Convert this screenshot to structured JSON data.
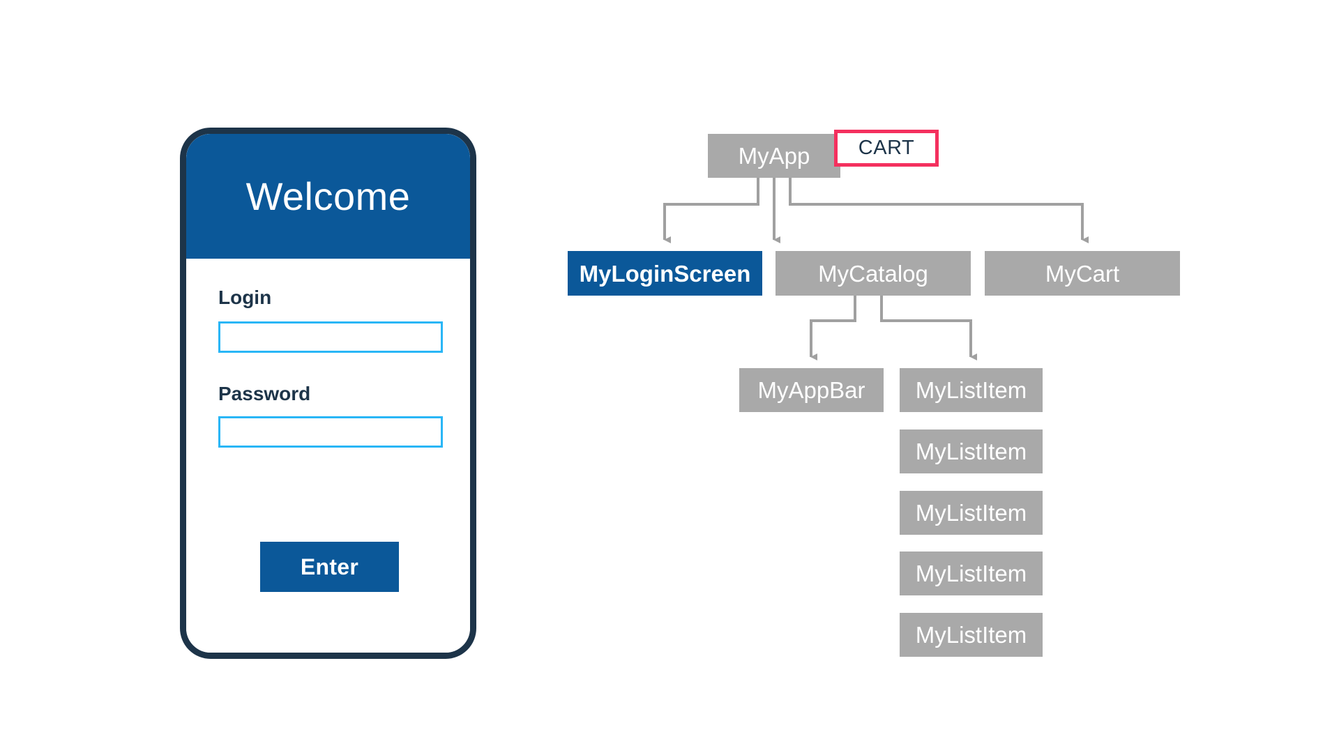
{
  "background_color": "#ffffff",
  "phone": {
    "frame_color": "#1d3449",
    "header": {
      "background": "#0b5899",
      "title": "Welcome"
    },
    "fields": [
      {
        "label": "Login",
        "value": "",
        "placeholder": ""
      },
      {
        "label": "Password",
        "value": "",
        "placeholder": ""
      }
    ],
    "input_border_color": "#29b6f6",
    "label_color": "#1d3449",
    "button": {
      "label": "Enter",
      "background": "#0b5899",
      "text_color": "#ffffff"
    }
  },
  "diagram": {
    "type": "widget-tree",
    "node_color": "#a9a9a9",
    "selected_color": "#0b5899",
    "connector_color": "#a0a0a0",
    "badge": {
      "label": "CART",
      "border_color": "#f4305e",
      "text_color": "#1d3449",
      "background": "#ffffff"
    },
    "nodes": {
      "root": "MyApp",
      "login": "MyLoginScreen",
      "catalog": "MyCatalog",
      "cart": "MyCart",
      "appbar": "MyAppBar",
      "listitems": [
        "MyListItem",
        "MyListItem",
        "MyListItem",
        "MyListItem",
        "MyListItem"
      ]
    },
    "edges": [
      {
        "from": "MyApp",
        "to": "MyLoginScreen"
      },
      {
        "from": "MyApp",
        "to": "MyCatalog"
      },
      {
        "from": "MyApp",
        "to": "MyCart"
      },
      {
        "from": "MyCatalog",
        "to": "MyAppBar"
      },
      {
        "from": "MyCatalog",
        "to": "MyListItem"
      }
    ],
    "selected_node": "MyLoginScreen"
  }
}
